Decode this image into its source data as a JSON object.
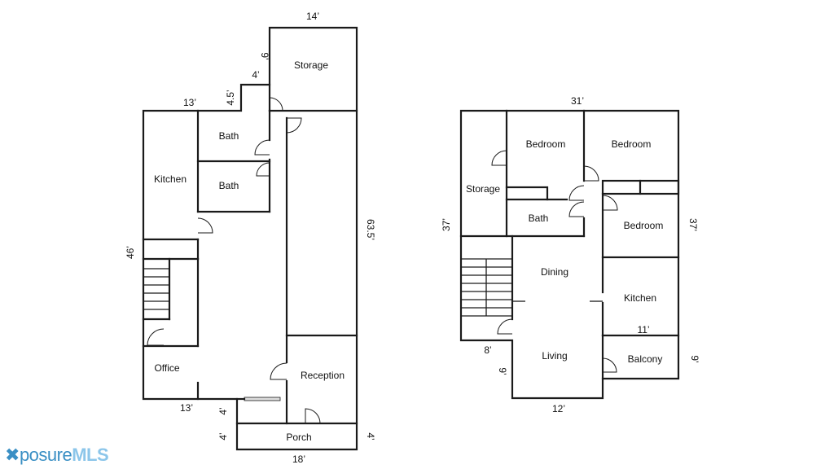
{
  "floor1": {
    "rooms": {
      "storage": "Storage",
      "bath1": "Bath",
      "bath2": "Bath",
      "kitchen": "Kitchen",
      "office": "Office",
      "reception": "Reception",
      "porch": "Porch"
    },
    "dims": {
      "top_storage": "14’",
      "storage_side": "9’",
      "step_top": "4’",
      "step_side": "4.5’",
      "top_left": "13’",
      "right": "63.5’",
      "left": "46’",
      "bottom_left": "13’",
      "porch_left_a": "4’",
      "porch_left_b": "4’",
      "porch_right": "4’",
      "bottom": "18’"
    }
  },
  "floor2": {
    "rooms": {
      "bedroom1": "Bedroom",
      "bedroom2": "Bedroom",
      "bedroom3": "Bedroom",
      "storage": "Storage",
      "bath": "Bath",
      "dining": "Dining",
      "kitchen": "Kitchen",
      "living": "Living",
      "balcony": "Balcony"
    },
    "dims": {
      "top": "31’",
      "left": "37’",
      "right": "37’",
      "kitchen": "11’",
      "stair_step": "8’",
      "living_left": "9’",
      "balcony_right": "9’",
      "bottom": "12’"
    }
  },
  "logo": {
    "part1": "posure",
    "part2": "MLS"
  }
}
